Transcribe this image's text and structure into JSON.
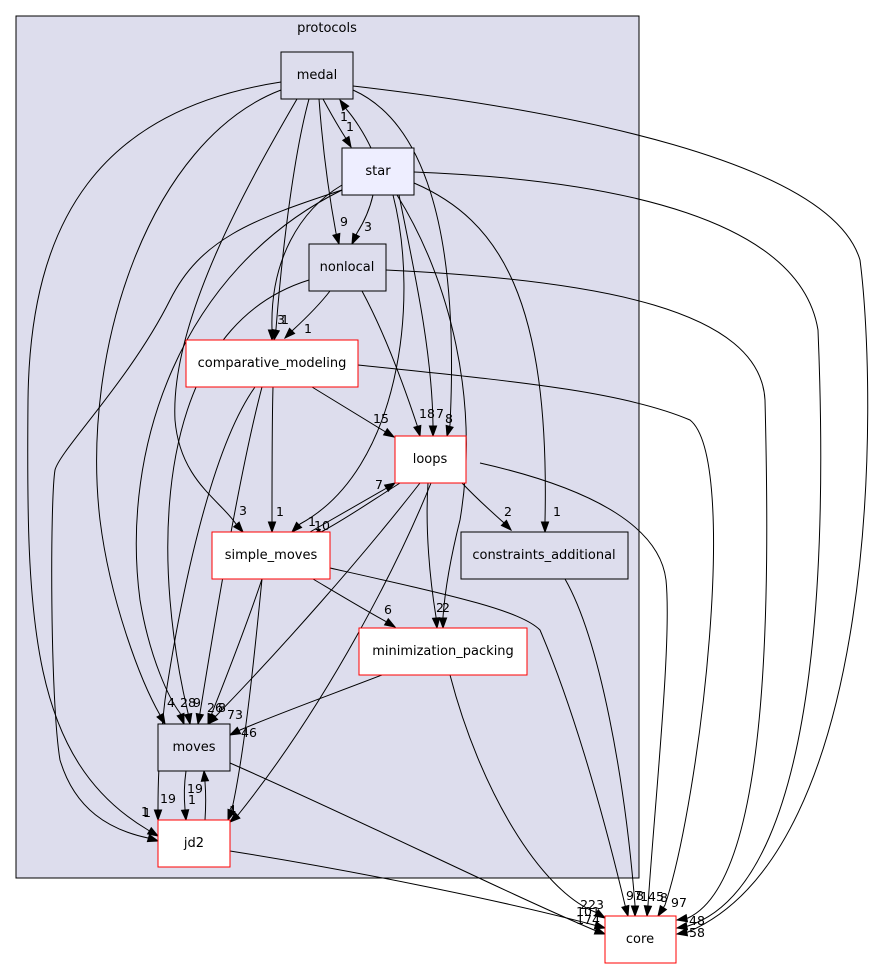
{
  "cluster": {
    "label": "protocols"
  },
  "colors": {
    "cluster_fill": "#dddded",
    "node_fill_default": "#dddded",
    "node_fill_focus": "#eeeeff",
    "node_fill_external": "#ffffff",
    "border_default": "#000000",
    "border_red": "#ff0000"
  },
  "nodes": [
    {
      "id": "medal",
      "label": "medal",
      "style": "dark-border",
      "role": "cluster-member"
    },
    {
      "id": "star",
      "label": "star",
      "style": "focus",
      "role": "current"
    },
    {
      "id": "nonlocal",
      "label": "nonlocal",
      "style": "dark-border",
      "role": "cluster-member"
    },
    {
      "id": "comparative_modeling",
      "label": "comparative_modeling",
      "style": "red-border",
      "role": "cluster-member"
    },
    {
      "id": "loops",
      "label": "loops",
      "style": "red-border",
      "role": "cluster-member"
    },
    {
      "id": "simple_moves",
      "label": "simple_moves",
      "style": "red-border",
      "role": "cluster-member"
    },
    {
      "id": "constraints_additional",
      "label": "constraints_additional",
      "style": "dark-border",
      "role": "cluster-member"
    },
    {
      "id": "minimization_packing",
      "label": "minimization_packing",
      "style": "red-border",
      "role": "cluster-member"
    },
    {
      "id": "moves",
      "label": "moves",
      "style": "dark-border",
      "role": "cluster-member"
    },
    {
      "id": "jd2",
      "label": "jd2",
      "style": "red-border",
      "role": "cluster-member"
    },
    {
      "id": "core",
      "label": "core",
      "style": "red-border",
      "role": "external"
    }
  ],
  "edges": [
    {
      "from": "medal",
      "to": "star",
      "label": "1"
    },
    {
      "from": "star",
      "to": "medal",
      "label": "1"
    },
    {
      "from": "medal",
      "to": "nonlocal",
      "label": "9"
    },
    {
      "from": "star",
      "to": "nonlocal",
      "label": "3"
    },
    {
      "from": "medal",
      "to": "comparative_modeling",
      "label": "3"
    },
    {
      "from": "star",
      "to": "comparative_modeling",
      "label": "1"
    },
    {
      "from": "nonlocal",
      "to": "comparative_modeling",
      "label": "1"
    },
    {
      "from": "comparative_modeling",
      "to": "loops",
      "label": "15"
    },
    {
      "from": "nonlocal",
      "to": "loops",
      "label": "18"
    },
    {
      "from": "star",
      "to": "loops",
      "label": "7"
    },
    {
      "from": "medal",
      "to": "loops",
      "label": "8"
    },
    {
      "from": "simple_moves",
      "to": "loops",
      "label": "7"
    },
    {
      "from": "loops",
      "to": "simple_moves",
      "label": "10"
    },
    {
      "from": "comparative_modeling",
      "to": "simple_moves",
      "label": "1"
    },
    {
      "from": "medal",
      "to": "simple_moves",
      "label": "3"
    },
    {
      "from": "star",
      "to": "simple_moves",
      "label": "1"
    },
    {
      "from": "loops",
      "to": "constraints_additional",
      "label": "2"
    },
    {
      "from": "star",
      "to": "constraints_additional",
      "label": "1"
    },
    {
      "from": "simple_moves",
      "to": "minimization_packing",
      "label": "6"
    },
    {
      "from": "loops",
      "to": "minimization_packing",
      "label": "2"
    },
    {
      "from": "star",
      "to": "minimization_packing",
      "label": "2"
    },
    {
      "from": "medal",
      "to": "moves",
      "label": "4"
    },
    {
      "from": "star",
      "to": "moves",
      "label": "28"
    },
    {
      "from": "nonlocal",
      "to": "moves",
      "label": "9"
    },
    {
      "from": "comparative_modeling",
      "to": "moves",
      "label": "26"
    },
    {
      "from": "loops",
      "to": "moves",
      "label": "8"
    },
    {
      "from": "simple_moves",
      "to": "moves",
      "label": "73"
    },
    {
      "from": "minimization_packing",
      "to": "moves",
      "label": "46"
    },
    {
      "from": "jd2",
      "to": "moves",
      "label": "19"
    },
    {
      "from": "moves",
      "to": "jd2",
      "label": "1"
    },
    {
      "from": "medal",
      "to": "jd2",
      "label": "1"
    },
    {
      "from": "star",
      "to": "jd2",
      "label": "1"
    },
    {
      "from": "comparative_modeling",
      "to": "jd2",
      "label": "19"
    },
    {
      "from": "simple_moves",
      "to": "jd2",
      "label": "4"
    },
    {
      "from": "loops",
      "to": "jd2",
      "label": "1"
    },
    {
      "from": "jd2",
      "to": "core",
      "label": "223"
    },
    {
      "from": "moves",
      "to": "core",
      "label": "174"
    },
    {
      "from": "minimization_packing",
      "to": "core",
      "label": "101"
    },
    {
      "from": "simple_moves",
      "to": "core",
      "label": "97"
    },
    {
      "from": "constraints_additional",
      "to": "core",
      "label": "8"
    },
    {
      "from": "loops",
      "to": "core",
      "label": "145"
    },
    {
      "from": "comparative_modeling",
      "to": "core",
      "label": "8"
    },
    {
      "from": "nonlocal",
      "to": "core",
      "label": "97"
    },
    {
      "from": "star",
      "to": "core",
      "label": "48"
    },
    {
      "from": "medal",
      "to": "core",
      "label": "58"
    }
  ]
}
